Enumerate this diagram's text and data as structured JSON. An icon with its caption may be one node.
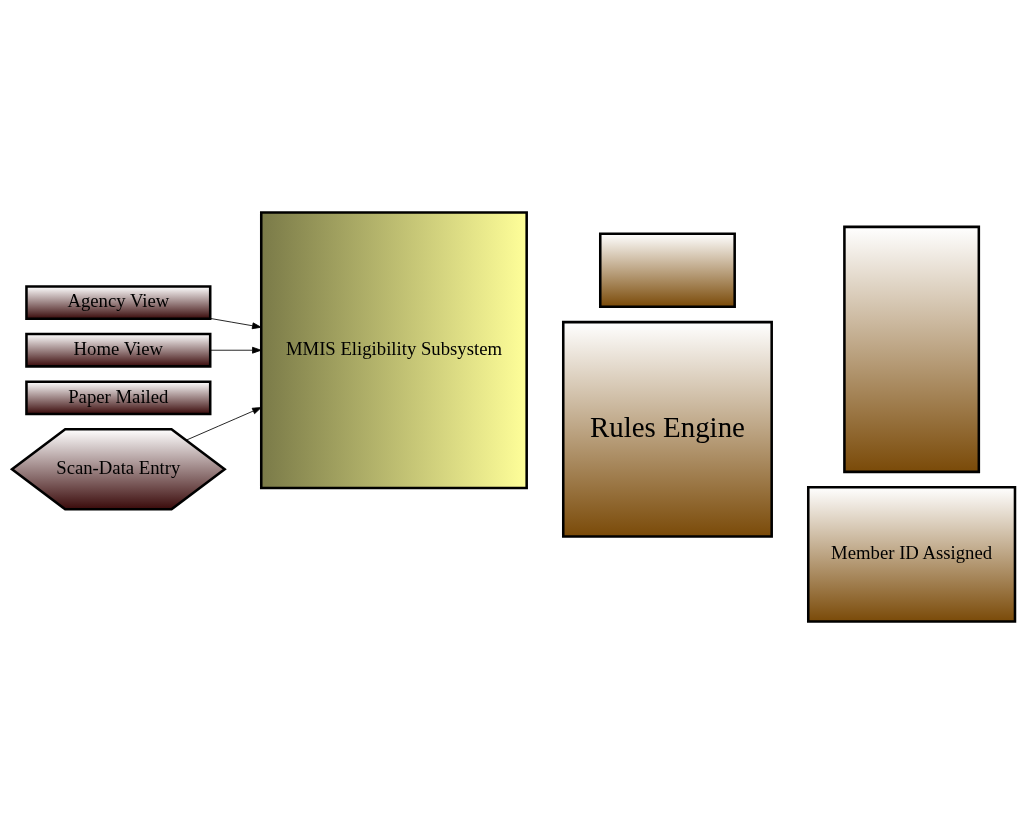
{
  "diagram": {
    "nodes": [
      {
        "text": [
          "Agency View"
        ]
      },
      {
        "text": [
          "Home View"
        ]
      },
      {
        "text": [
          "Paper Mailed"
        ]
      },
      {
        "text": [
          "Scan-Data Entry"
        ]
      },
      {
        "text": [
          "MMIS Eligibility Subsystem"
        ]
      },
      {
        "text": [],
        "shape": "box"
      },
      {
        "text": [
          "Rules Engine"
        ]
      },
      {
        "text": [],
        "shape": "box"
      },
      {
        "text": [
          "Member ID Assigned"
        ]
      }
    ],
    "edges": [
      {
        "from": 0,
        "to": 4,
        "arrow": "to"
      },
      {
        "from": 1,
        "to": 4,
        "arrow": "to"
      },
      {
        "from": 3,
        "to": 4,
        "arrow": "to"
      }
    ]
  }
}
